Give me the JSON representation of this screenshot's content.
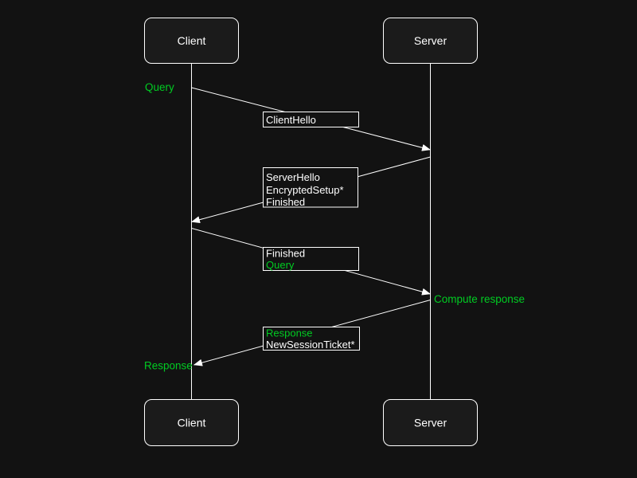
{
  "diagram": {
    "type": "sequence",
    "background": "#121212",
    "actor_box_fill": "#1b1b1b",
    "line_color": "#ffffff",
    "accent_green": "#00cc22",
    "actors": [
      {
        "label": "Client"
      },
      {
        "label": "Server"
      }
    ],
    "messages": [
      {
        "from": "Client",
        "to": "Server",
        "lines": [
          {
            "text": "ClientHello",
            "color": "#ffffff"
          }
        ]
      },
      {
        "from": "Server",
        "to": "Client",
        "lines": [
          {
            "text": "ServerHello",
            "color": "#ffffff"
          },
          {
            "text": "EncryptedSetup*",
            "color": "#ffffff"
          },
          {
            "text": "Finished",
            "color": "#ffffff"
          }
        ]
      },
      {
        "from": "Client",
        "to": "Server",
        "lines": [
          {
            "text": "Finished",
            "color": "#ffffff"
          },
          {
            "text": "Query",
            "color": "#00cc22"
          }
        ]
      },
      {
        "from": "Server",
        "to": "Client",
        "lines": [
          {
            "text": "Response",
            "color": "#00cc22"
          },
          {
            "text": "NewSessionTicket*",
            "color": "#ffffff"
          }
        ]
      }
    ],
    "annotations": [
      {
        "text": "Query",
        "color": "#00cc22",
        "position": "client-left"
      },
      {
        "text": "Compute response",
        "color": "#00cc22",
        "position": "server-right"
      },
      {
        "text": "Response",
        "color": "#00cc22",
        "position": "client-left"
      }
    ]
  }
}
